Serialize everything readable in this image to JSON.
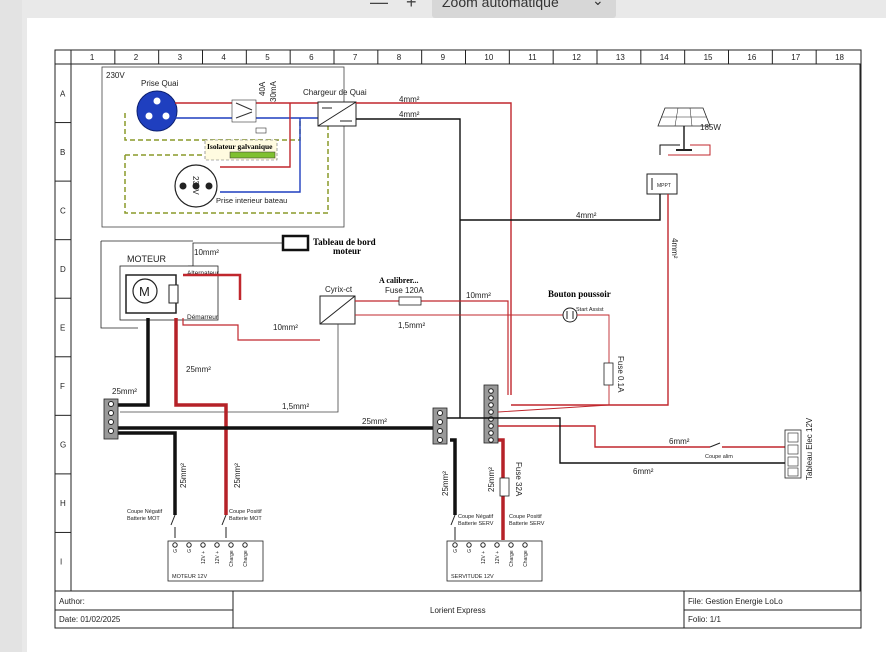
{
  "toolbar": {
    "zoom_label": "Zoom automatique",
    "minus_icon": "minus-icon",
    "plus_icon": "plus-icon"
  },
  "grid": {
    "columns": [
      "1",
      "2",
      "3",
      "4",
      "5",
      "6",
      "7",
      "8",
      "9",
      "10",
      "11",
      "12",
      "13",
      "14",
      "15",
      "16",
      "17",
      "18"
    ],
    "rows": [
      "A",
      "B",
      "C",
      "D",
      "E",
      "F",
      "G",
      "H",
      "I"
    ]
  },
  "shore": {
    "voltage": "230V",
    "socket_label": "Prise Quai",
    "breaker_40a": "40A",
    "rcd_30ma": "30mA",
    "isolator_label": "Isolateur galvanique",
    "outlet_voltage": "230V",
    "outlet_label": "Prise interieur bateau",
    "charger_label": "Chargeur de Quai"
  },
  "solar": {
    "panel_power": "185W",
    "mppt_label": "MPPT"
  },
  "engine": {
    "dashboard_label_1": "Tableau de bord",
    "dashboard_label_2": "moteur",
    "motor_label": "MOTEUR",
    "alternator_label": "Alternateur",
    "starter_label": "Démarreur",
    "motor_symbol": "M"
  },
  "devices": {
    "cyrix_label": "Cyrix-ct",
    "calibrate_label": "A calibrer...",
    "fuse_120a": "Fuse 120A",
    "button_label": "Bouton  poussoir",
    "start_assist": "Start Assist",
    "fuse_01a": "Fuse 0.1A",
    "fuse_32a": "Fuse 32A",
    "coupe_alim": "Coupe alim",
    "panel_label": "Tableau Elec 12V"
  },
  "wires": {
    "w4mm_a": "4mm²",
    "w4mm_b": "4mm²",
    "w4mm_c": "4mm²",
    "w4mm_v": "4mm²",
    "w10mm_a": "10mm²",
    "w10mm_b": "10mm²",
    "w10mm_c": "10mm²",
    "w15mm_a": "1,5mm²",
    "w15mm_b": "1,5mm²",
    "w25mm_a": "25mm²",
    "w25mm_b": "25mm²",
    "w25mm_c": "25mm²",
    "w25mm_d": "25mm²",
    "w25mm_e": "25mm²",
    "w25mm_f": "25mm²",
    "w25mm_g": "25mm²",
    "w6mm_a": "6mm²",
    "w6mm_b": "6mm²"
  },
  "batteries": {
    "mot_neg_1": "Coupe Négatif",
    "mot_neg_2": "Batterie MOT",
    "mot_pos_1": "Coupe Positif",
    "mot_pos_2": "Batterie MOT",
    "mot_name": "MOTEUR 12V",
    "serv_neg_1": "Coupe Négatif",
    "serv_neg_2": "Batterie SERV",
    "serv_pos_1": "Coupe Positif",
    "serv_pos_2": "Batterie SERV",
    "serv_name": "SERVITUDE 12V",
    "terminals": [
      "G",
      "G",
      "12V +",
      "12V +",
      "Charge",
      "Charge"
    ]
  },
  "title_block": {
    "author_label": "Author:",
    "date_label": "Date: 01/02/2025",
    "title": "Lorient Express",
    "file_label": "File: Gestion Energie LoLo",
    "folio_label": "Folio: 1/1"
  },
  "colors": {
    "red": "#c0272d",
    "black": "#111111",
    "blue": "#1f3fbf",
    "green_yellow": "#8a9a2a",
    "frame": "#222222"
  }
}
